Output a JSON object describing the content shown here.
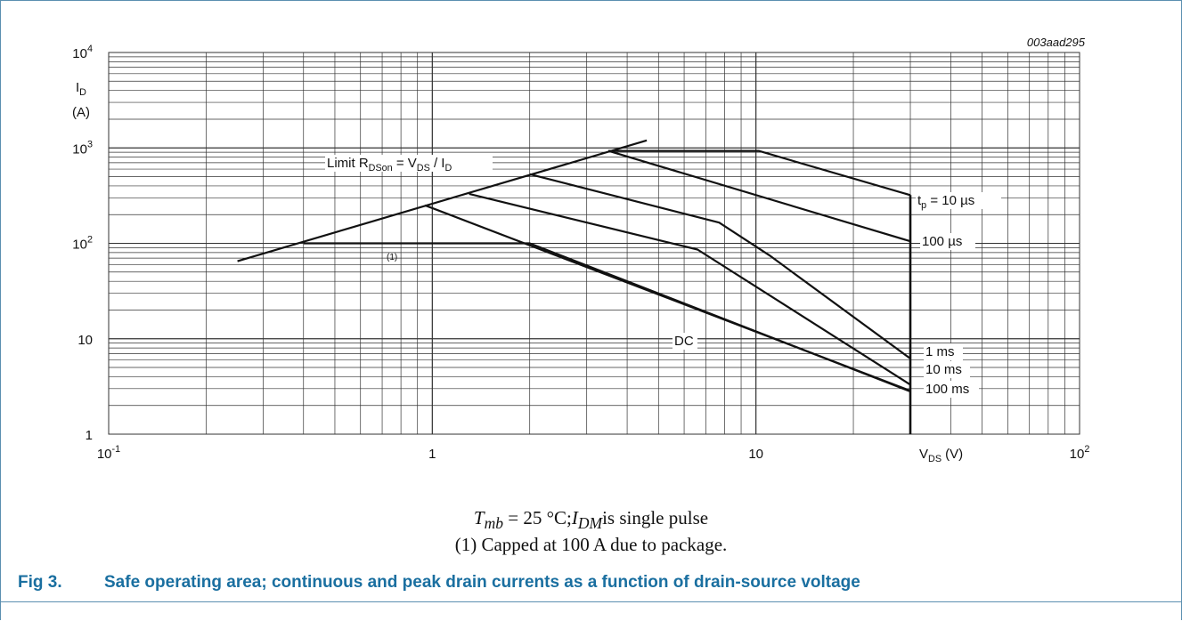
{
  "figure_id": "003aad295",
  "caption": {
    "number": "Fig 3.",
    "text": "Safe operating area; continuous and peak drain currents as a function of drain-source voltage"
  },
  "notes": {
    "line1_tmb": "T",
    "line1_tmb_sub": "mb",
    "line1_rest": " = 25 °C;",
    "line1_idm": "I",
    "line1_idm_sub": "DM",
    "line1_end": "is single pulse",
    "line2": "(1) Capped at 100 A due to package."
  },
  "chart_data": {
    "type": "line",
    "x_scale": "log",
    "y_scale": "log",
    "xlim": [
      0.1,
      100
    ],
    "ylim": [
      1,
      10000
    ],
    "grid": true,
    "xlabel": {
      "main": "V",
      "sub": "DS",
      "unit": " (V)"
    },
    "ylabel": {
      "main": "I",
      "sub": "D",
      "unit": "(A)"
    },
    "x_ticks": [
      {
        "value": 0.1,
        "base": "10",
        "exp": "-1"
      },
      {
        "value": 1,
        "base": "1",
        "exp": ""
      },
      {
        "value": 10,
        "base": "10",
        "exp": ""
      },
      {
        "value": 100,
        "base": "10",
        "exp": "2"
      }
    ],
    "y_ticks": [
      {
        "value": 1,
        "base": "1",
        "exp": ""
      },
      {
        "value": 10,
        "base": "10",
        "exp": ""
      },
      {
        "value": 100,
        "base": "10",
        "exp": "2"
      },
      {
        "value": 1000,
        "base": "10",
        "exp": "3"
      },
      {
        "value": 10000,
        "base": "10",
        "exp": "4"
      }
    ],
    "series": [
      {
        "id": "limit",
        "label": "",
        "points": [
          [
            0.25,
            65
          ],
          [
            4.6,
            1200
          ]
        ]
      },
      {
        "id": "tp10us",
        "label": "t_p = 10 µs",
        "points": [
          [
            3.5,
            930
          ],
          [
            10.2,
            930
          ],
          [
            30,
            320
          ]
        ]
      },
      {
        "id": "tp100us",
        "label": "100 µs",
        "points": [
          [
            3.5,
            930
          ],
          [
            30,
            105
          ]
        ]
      },
      {
        "id": "tp1ms",
        "label": "1 ms",
        "points": [
          [
            2.0,
            530
          ],
          [
            7.7,
            165
          ],
          [
            11,
            75
          ],
          [
            30,
            6.2
          ]
        ]
      },
      {
        "id": "tp10ms",
        "label": "10 ms",
        "points": [
          [
            1.3,
            330
          ],
          [
            6.6,
            86
          ],
          [
            30,
            3.3
          ]
        ]
      },
      {
        "id": "tp100ms",
        "label": "100 ms",
        "points": [
          [
            0.95,
            250
          ],
          [
            30,
            2.85
          ]
        ]
      },
      {
        "id": "dc",
        "label": "DC",
        "points": [
          [
            0.4,
            100
          ],
          [
            2.0,
            100
          ],
          [
            30,
            2.8
          ]
        ]
      },
      {
        "id": "vds-limit",
        "label": "",
        "points": [
          [
            30,
            1
          ],
          [
            30,
            320
          ]
        ]
      }
    ],
    "annotations": {
      "limit_label": {
        "text": "Limit R",
        "sub": "DSon",
        "mid": " = V",
        "sub2": "DS",
        "end": " / I",
        "sub3": "D"
      },
      "cap_note": "(1)",
      "tp_prefix": "t",
      "tp_sub": "p",
      "tp_text": " = 10 µs",
      "label_100us": "100 µs",
      "label_1ms": "1 ms",
      "label_10ms": "10 ms",
      "label_100ms": "100 ms",
      "label_dc": "DC"
    }
  }
}
